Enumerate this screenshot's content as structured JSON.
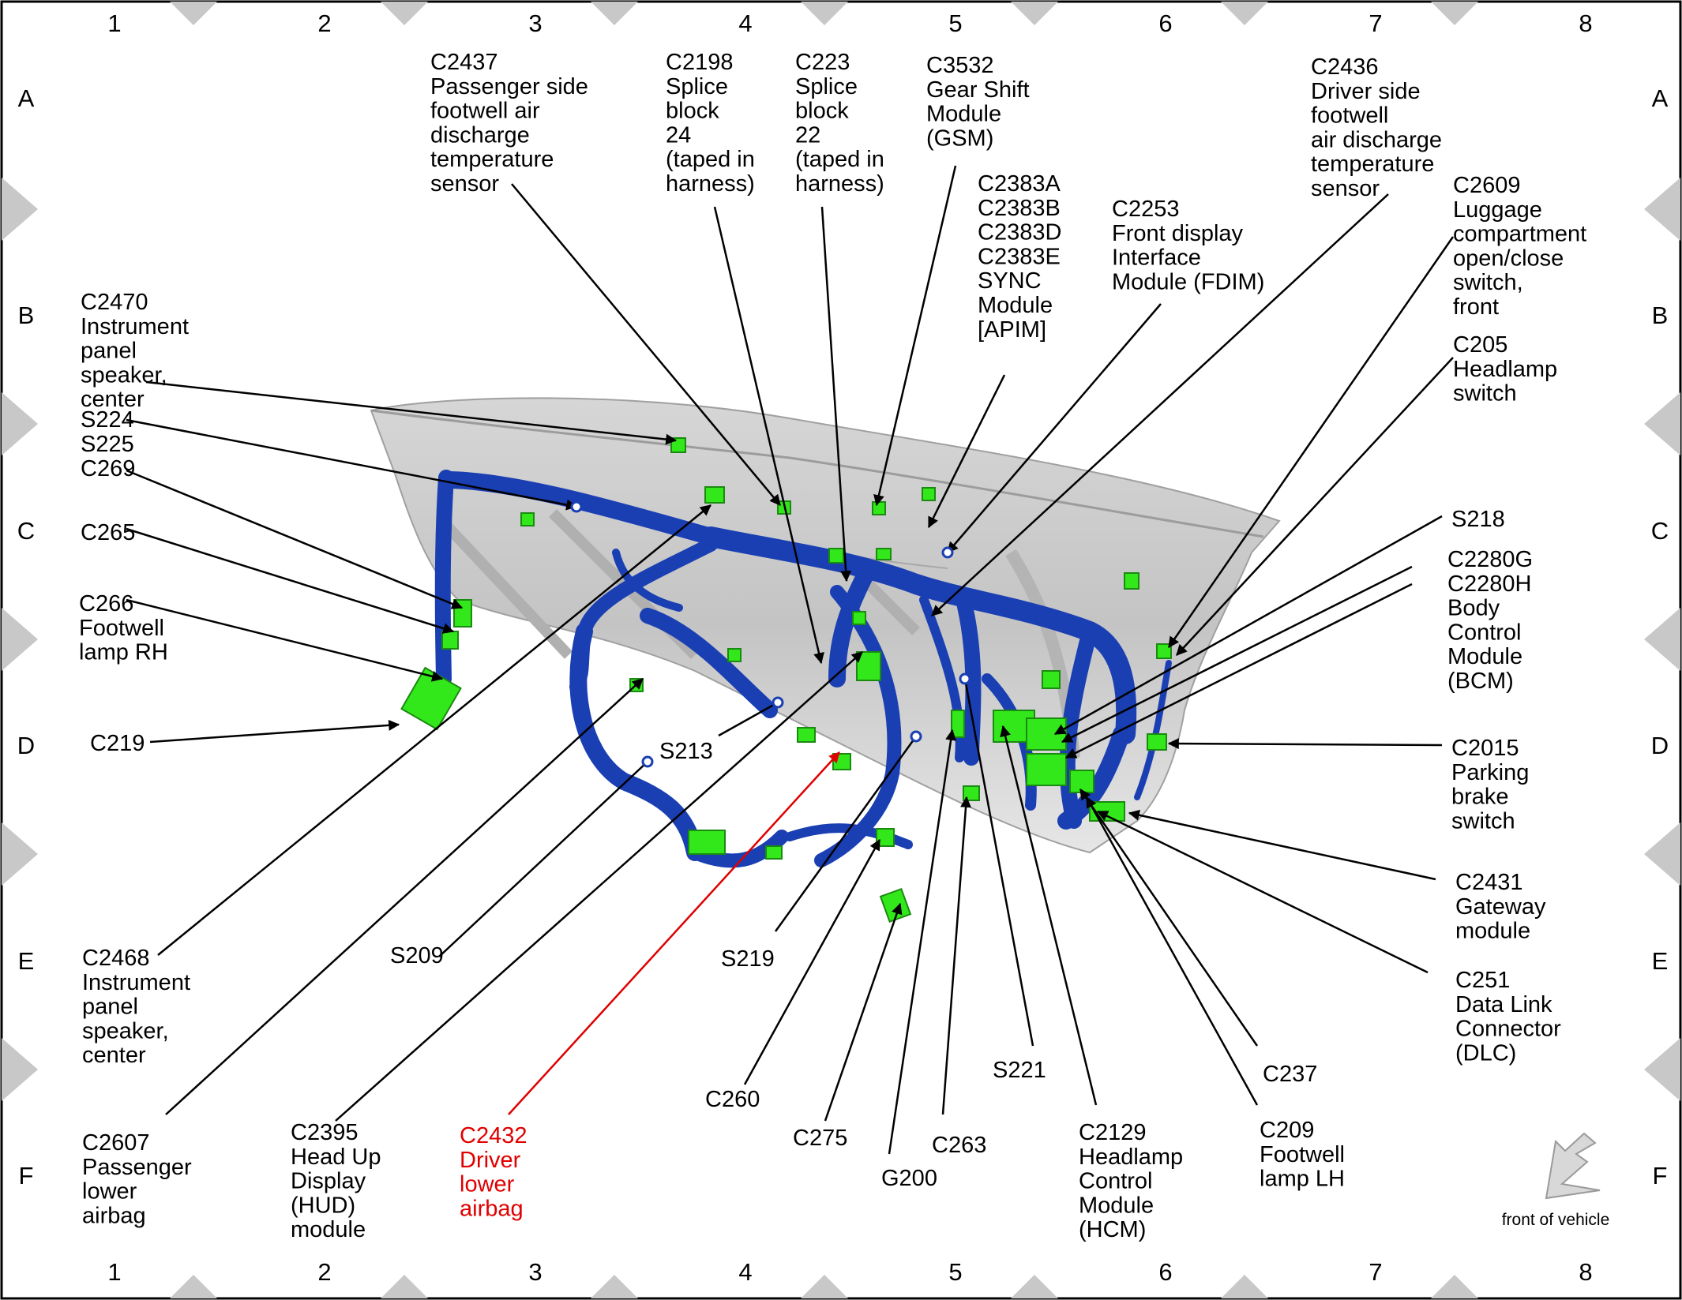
{
  "grid": {
    "columns": [
      "1",
      "2",
      "3",
      "4",
      "5",
      "6",
      "7",
      "8"
    ],
    "rows": [
      "A",
      "B",
      "C",
      "D",
      "E",
      "F"
    ]
  },
  "compass_label": "front of vehicle",
  "highlight_color": "#e00000",
  "harness_color": "#1a3fb3",
  "connector_color": "#33e81a",
  "callouts": [
    {
      "id": "c2437",
      "lines": [
        "C2437",
        "Passenger side",
        "footwell air",
        "discharge",
        "temperature",
        "sensor"
      ],
      "highlight": false
    },
    {
      "id": "c2198",
      "lines": [
        "C2198",
        "Splice",
        "block",
        "24",
        "(taped in",
        "harness)"
      ],
      "highlight": false
    },
    {
      "id": "c223",
      "lines": [
        "C223",
        "Splice",
        "block",
        "22",
        "(taped in",
        "harness)"
      ],
      "highlight": false
    },
    {
      "id": "c3532",
      "lines": [
        "C3532",
        "Gear Shift",
        "Module",
        "(GSM)"
      ],
      "highlight": false
    },
    {
      "id": "c2383",
      "lines": [
        "C2383A",
        "C2383B",
        "C2383D",
        "C2383E",
        "SYNC",
        "Module",
        "[APIM]"
      ],
      "highlight": false
    },
    {
      "id": "c2253",
      "lines": [
        "C2253",
        "Front display",
        "Interface",
        "Module (FDIM)"
      ],
      "highlight": false
    },
    {
      "id": "c2436",
      "lines": [
        "C2436",
        "Driver side",
        "footwell",
        "air discharge",
        "temperature",
        "sensor"
      ],
      "highlight": false
    },
    {
      "id": "c2609",
      "lines": [
        "C2609",
        "Luggage",
        "compartment",
        "open/close",
        "switch,",
        "front"
      ],
      "highlight": false
    },
    {
      "id": "c205",
      "lines": [
        "C205",
        "Headlamp",
        "switch"
      ],
      "highlight": false
    },
    {
      "id": "c2470",
      "lines": [
        "C2470",
        "Instrument",
        "panel",
        "speaker,",
        "center"
      ],
      "highlight": false
    },
    {
      "id": "s224",
      "lines": [
        "S224",
        "S225"
      ],
      "highlight": false
    },
    {
      "id": "c269",
      "lines": [
        "C269"
      ],
      "highlight": false
    },
    {
      "id": "c265",
      "lines": [
        "C265"
      ],
      "highlight": false
    },
    {
      "id": "c266",
      "lines": [
        "C266",
        "Footwell",
        "lamp RH"
      ],
      "highlight": false
    },
    {
      "id": "c219",
      "lines": [
        "C219"
      ],
      "highlight": false
    },
    {
      "id": "s218",
      "lines": [
        "S218"
      ],
      "highlight": false
    },
    {
      "id": "c2280",
      "lines": [
        "C2280G",
        "C2280H",
        "Body",
        "Control",
        "Module",
        "(BCM)"
      ],
      "highlight": false
    },
    {
      "id": "c2015",
      "lines": [
        "C2015",
        "Parking",
        "brake",
        "switch"
      ],
      "highlight": false
    },
    {
      "id": "c2431",
      "lines": [
        "C2431",
        "Gateway",
        "module"
      ],
      "highlight": false
    },
    {
      "id": "c251",
      "lines": [
        "C251",
        "Data Link",
        "Connector",
        "(DLC)"
      ],
      "highlight": false
    },
    {
      "id": "s213",
      "lines": [
        "S213"
      ],
      "highlight": false
    },
    {
      "id": "s209",
      "lines": [
        "S209"
      ],
      "highlight": false
    },
    {
      "id": "s219",
      "lines": [
        "S219"
      ],
      "highlight": false
    },
    {
      "id": "c2468",
      "lines": [
        "C2468",
        "Instrument",
        "panel",
        "speaker,",
        "center"
      ],
      "highlight": false
    },
    {
      "id": "c2607",
      "lines": [
        "C2607",
        "Passenger",
        "lower",
        "airbag"
      ],
      "highlight": false
    },
    {
      "id": "c2395",
      "lines": [
        "C2395",
        "Head Up",
        "Display",
        "(HUD)",
        "module"
      ],
      "highlight": false
    },
    {
      "id": "c2432",
      "lines": [
        "C2432",
        "Driver",
        "lower",
        "airbag"
      ],
      "highlight": true
    },
    {
      "id": "c260",
      "lines": [
        "C260"
      ],
      "highlight": false
    },
    {
      "id": "c275",
      "lines": [
        "C275"
      ],
      "highlight": false
    },
    {
      "id": "g200",
      "lines": [
        "G200"
      ],
      "highlight": false
    },
    {
      "id": "c263",
      "lines": [
        "C263"
      ],
      "highlight": false
    },
    {
      "id": "s221",
      "lines": [
        "S221"
      ],
      "highlight": false
    },
    {
      "id": "c2129",
      "lines": [
        "C2129",
        "Headlamp",
        "Control",
        "Module",
        "(HCM)"
      ],
      "highlight": false
    },
    {
      "id": "c237",
      "lines": [
        "C237"
      ],
      "highlight": false
    },
    {
      "id": "c209",
      "lines": [
        "C209",
        "Footwell",
        "lamp LH"
      ],
      "highlight": false
    }
  ]
}
